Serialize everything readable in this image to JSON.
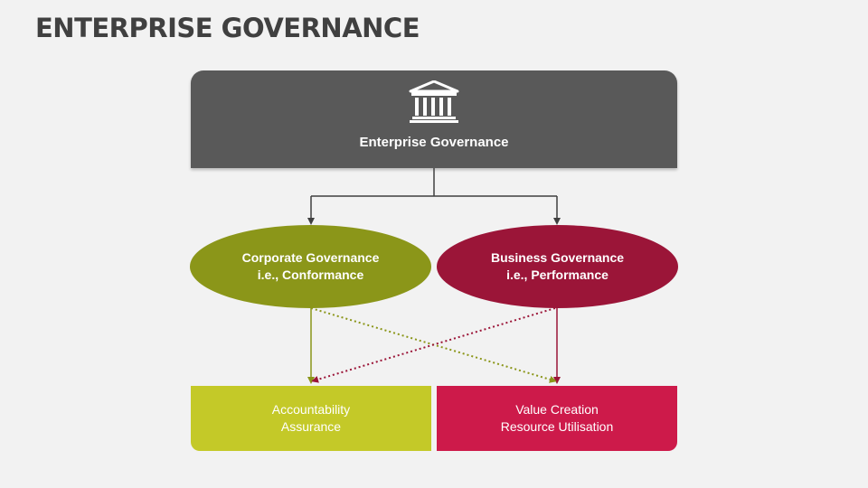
{
  "page": {
    "title": "ENTERPRISE GOVERNANCE"
  },
  "top": {
    "icon": "institution-building-icon",
    "label": "Enterprise Governance"
  },
  "ellipses": [
    {
      "line1": "Corporate Governance",
      "line2": "i.e., Conformance",
      "color": "#8b9619"
    },
    {
      "line1": "Business Governance",
      "line2": "i.e., Performance",
      "color": "#9b1538"
    }
  ],
  "boxes": [
    {
      "line1": "Accountability",
      "line2": "Assurance",
      "color": "#c4c928"
    },
    {
      "line1": "Value Creation",
      "line2": "Resource Utilisation",
      "color": "#cd1a4a"
    }
  ],
  "colors": {
    "background": "#f2f2f2",
    "header": "#595959",
    "title": "#404040"
  }
}
